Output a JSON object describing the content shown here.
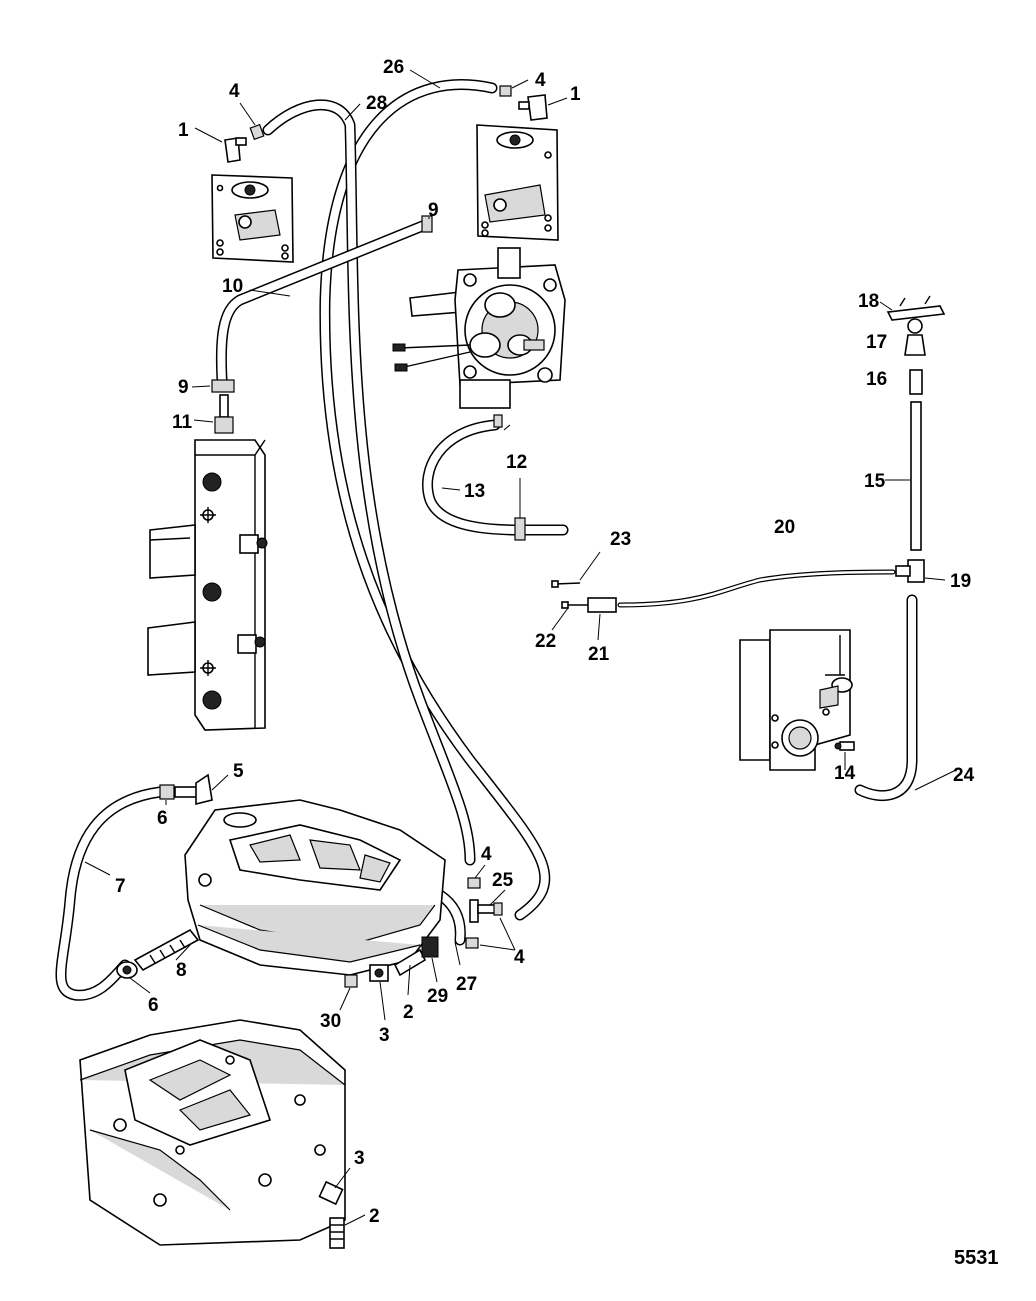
{
  "figure_id": "5531",
  "callouts": [
    {
      "id": "c1a",
      "text": "1"
    },
    {
      "id": "c4a",
      "text": "4"
    },
    {
      "id": "c28",
      "text": "28"
    },
    {
      "id": "c26",
      "text": "26"
    },
    {
      "id": "c4b",
      "text": "4"
    },
    {
      "id": "c1b",
      "text": "1"
    },
    {
      "id": "c9a",
      "text": "9"
    },
    {
      "id": "c10",
      "text": "10"
    },
    {
      "id": "c9b",
      "text": "9"
    },
    {
      "id": "c11",
      "text": "11"
    },
    {
      "id": "c12",
      "text": "12"
    },
    {
      "id": "c13",
      "text": "13"
    },
    {
      "id": "c18",
      "text": "18"
    },
    {
      "id": "c17",
      "text": "17"
    },
    {
      "id": "c16",
      "text": "16"
    },
    {
      "id": "c15",
      "text": "15"
    },
    {
      "id": "c20",
      "text": "20"
    },
    {
      "id": "c23",
      "text": "23"
    },
    {
      "id": "c19",
      "text": "19"
    },
    {
      "id": "c22",
      "text": "22"
    },
    {
      "id": "c21",
      "text": "21"
    },
    {
      "id": "c5",
      "text": "5"
    },
    {
      "id": "c6a",
      "text": "6"
    },
    {
      "id": "c14",
      "text": "14"
    },
    {
      "id": "c24",
      "text": "24"
    },
    {
      "id": "c7",
      "text": "7"
    },
    {
      "id": "c4c",
      "text": "4"
    },
    {
      "id": "c25",
      "text": "25"
    },
    {
      "id": "c4d",
      "text": "4"
    },
    {
      "id": "c8",
      "text": "8"
    },
    {
      "id": "c6b",
      "text": "6"
    },
    {
      "id": "c29",
      "text": "29"
    },
    {
      "id": "c27",
      "text": "27"
    },
    {
      "id": "c2a",
      "text": "2"
    },
    {
      "id": "c30",
      "text": "30"
    },
    {
      "id": "c3a",
      "text": "3"
    },
    {
      "id": "c3b",
      "text": "3"
    },
    {
      "id": "c2b",
      "text": "2"
    }
  ]
}
